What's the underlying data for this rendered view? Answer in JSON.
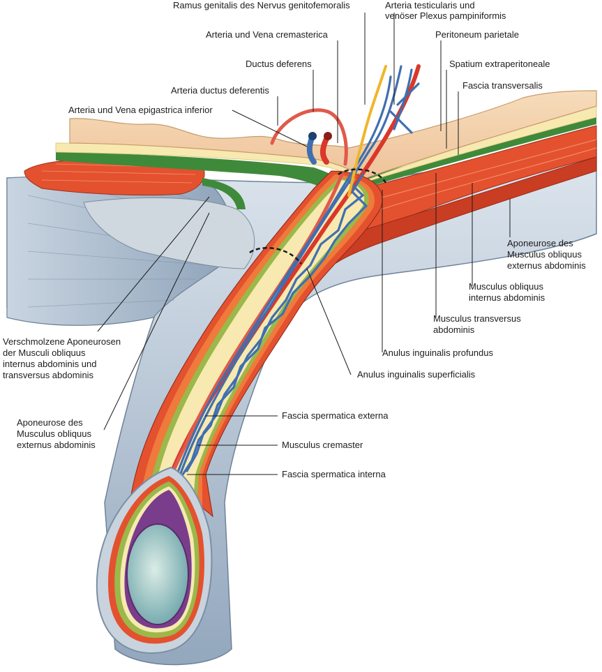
{
  "labels": {
    "ramus_genitalis": "Ramus genitalis des Nervus genitofemoralis",
    "arteria_testicularis_1": "Arteria testicularis und",
    "arteria_testicularis_2": "venöser Plexus pampiniformis",
    "cremasterica": "Arteria und Vena cremasterica",
    "peritoneum": "Peritoneum parietale",
    "ductus_deferens": "Ductus deferens",
    "spatium": "Spatium extraperitoneale",
    "arteria_ductus": "Arteria ductus deferentis",
    "fascia_transversalis": "Fascia transversalis",
    "epigastrica": "Arteria und Vena epigastrica inferior",
    "apon_ext_r_1": "Aponeurose des",
    "apon_ext_r_2": "Musculus obliquus",
    "apon_ext_r_3": "externus abdominis",
    "obliquus_int_1": "Musculus obliquus",
    "obliquus_int_2": "internus abdominis",
    "transversus_1": "Musculus transversus",
    "transversus_2": "abdominis",
    "verschmolzene_1": "Verschmolzene Aponeurosen",
    "verschmolzene_2": "der Musculi obliquus",
    "verschmolzene_3": "internus abdominis und",
    "verschmolzene_4": "transversus abdominis",
    "anulus_profundus": "Anulus inguinalis profundus",
    "anulus_superficialis": "Anulus inguinalis superficialis",
    "fascia_sperm_ext": "Fascia spermatica externa",
    "apon_ext_l_1": "Aponeurose des",
    "apon_ext_l_2": "Musculus obliquus",
    "apon_ext_l_3": "externus abdominis",
    "cremaster": "Musculus cremaster",
    "fascia_sperm_int": "Fascia spermatica interna"
  },
  "colors": {
    "peritoneum": "#f3d2ab",
    "fat": "#f7e9b0",
    "fascia_green": "#3f8a3a",
    "muscle": "#e4512f",
    "aponeurosis": "#b9c6d6",
    "artery": "#d9382a",
    "vein": "#3f6fb0",
    "nerve": "#f0b62a",
    "testis": "#9fc6c8",
    "tunica": "#7a3d8c"
  }
}
